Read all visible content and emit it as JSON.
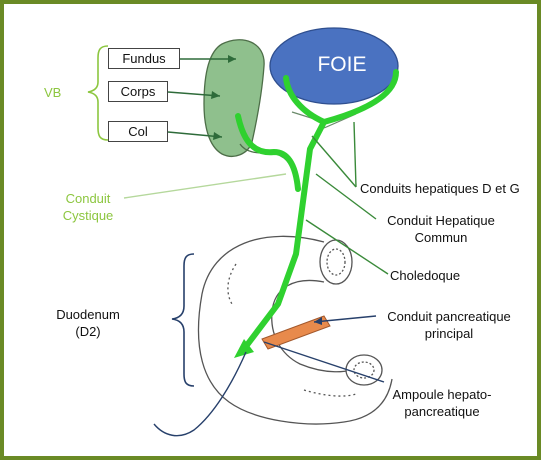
{
  "group_label": "VB",
  "vb_parts": [
    {
      "label": "Fundus"
    },
    {
      "label": "Corps"
    },
    {
      "label": "Col"
    }
  ],
  "liver": {
    "label": "FOIE"
  },
  "conduit_cystique": {
    "line1": "Conduit",
    "line2": "Cystique"
  },
  "conduits_hepatiques": {
    "label": "Conduits hepatiques D et G"
  },
  "conduit_hepatique_commun": {
    "line1": "Conduit Hepatique",
    "line2": "Commun"
  },
  "choledoque": {
    "label": "Choledoque"
  },
  "duodenum": {
    "line1": "Duodenum",
    "line2": "(D2)"
  },
  "conduit_pancreatique": {
    "line1": "Conduit pancreatique",
    "line2": "principal"
  },
  "ampoule": {
    "line1": "Ampoule hepato-",
    "line2": "pancreatique"
  },
  "colors": {
    "frame": "#6a8a25",
    "liver_fill": "#4a72c1",
    "gallbladder_fill": "#8fc08d",
    "duct_green": "#2fd12f",
    "light_green_text": "#8cc63f",
    "pancreatic_duct": "#e88a4c",
    "arrow_navy": "#27406b",
    "pointer_green": "#3a8a3a"
  }
}
